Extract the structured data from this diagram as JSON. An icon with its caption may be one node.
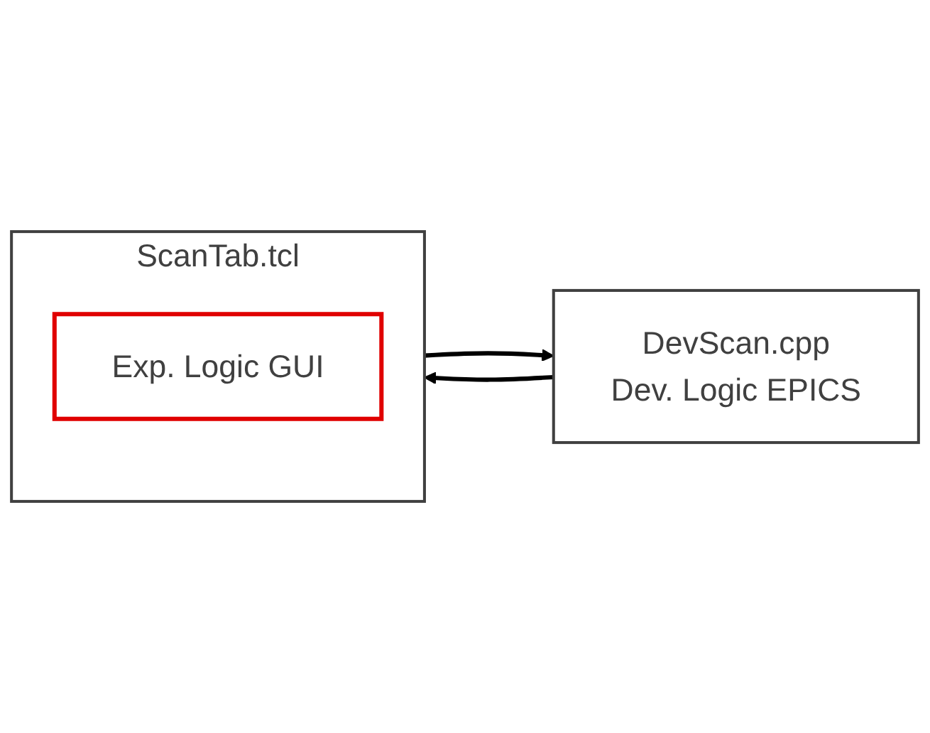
{
  "diagram": {
    "nodes": [
      {
        "text": [
          "ScanTab.tcl"
        ]
      },
      {
        "text": [
          "Exp. Logic GUI"
        ],
        "in": 0
      },
      {
        "text": [
          "DevScan.cpp",
          "Dev. Logic EPICS"
        ]
      }
    ],
    "edges": [
      {
        "from": 0,
        "to": 2,
        "arrow": "to"
      },
      {
        "from": 2,
        "to": 0,
        "arrow": "to"
      }
    ]
  }
}
